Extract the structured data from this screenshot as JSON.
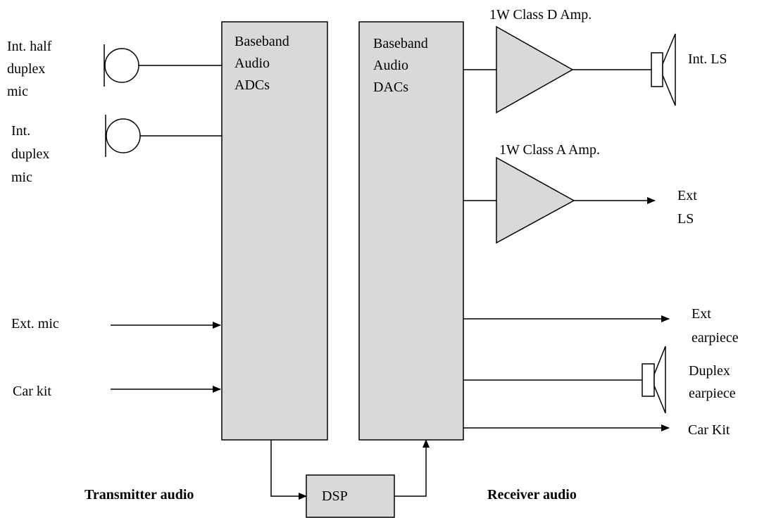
{
  "diagram": {
    "adc_block": {
      "lines": [
        "Baseband",
        "Audio",
        "ADCs"
      ]
    },
    "dac_block": {
      "lines": [
        "Baseband",
        "Audio",
        "DACs"
      ]
    },
    "dsp_block": {
      "label": "DSP"
    },
    "inputs": {
      "int_half_duplex_mic": [
        "Int. half",
        "duplex",
        "mic"
      ],
      "int_duplex_mic": [
        "Int.",
        "duplex",
        "mic"
      ],
      "ext_mic": "Ext. mic",
      "car_kit_in": "Car kit"
    },
    "amplifiers": {
      "class_d": "1W Class D Amp.",
      "class_a": "1W Class A Amp."
    },
    "outputs": {
      "int_ls": "Int. LS",
      "ext_ls": [
        "Ext",
        "LS"
      ],
      "ext_earpiece": [
        "Ext",
        "earpiece"
      ],
      "duplex_earpiece": [
        "Duplex",
        "earpiece"
      ],
      "car_kit_out": "Car Kit"
    },
    "section_labels": {
      "transmitter": "Transmitter audio",
      "receiver": "Receiver audio"
    }
  }
}
